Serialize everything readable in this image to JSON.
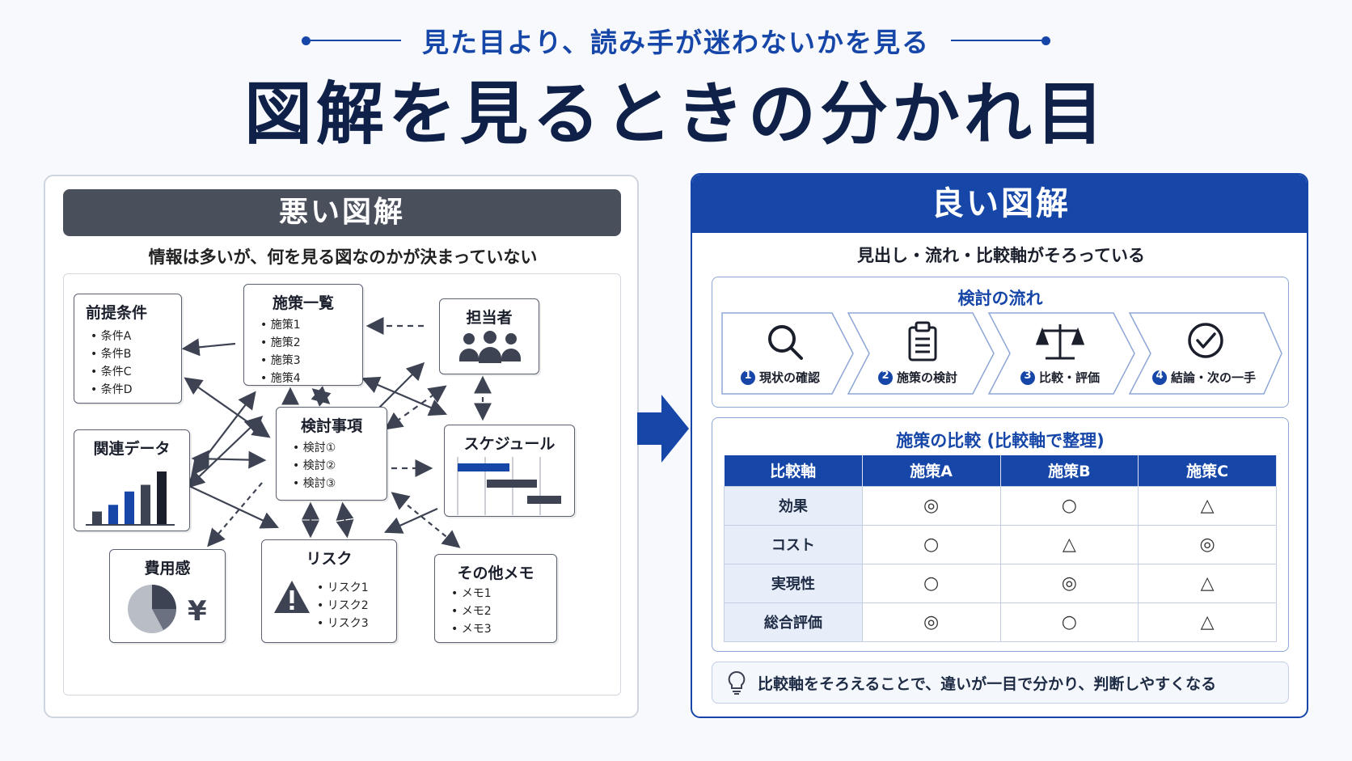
{
  "header": {
    "subtitle": "見た目より、読み手が迷わないかを見る",
    "title": "図解を見るときの分かれ目"
  },
  "bad": {
    "title": "悪い図解",
    "caption": "情報は多いが、何を見る図なのかが決まっていない",
    "boxes": {
      "premise": {
        "title": "前提条件",
        "items": [
          "条件A",
          "条件B",
          "条件C",
          "条件D"
        ]
      },
      "measures": {
        "title": "施策一覧",
        "items": [
          "施策1",
          "施策2",
          "施策3",
          "施策4"
        ]
      },
      "owner": {
        "title": "担当者"
      },
      "related": {
        "title": "関連データ",
        "bars": [
          2,
          3,
          5,
          6,
          8
        ]
      },
      "issues": {
        "title": "検討事項",
        "items": [
          "検討①",
          "検討②",
          "検討③"
        ]
      },
      "schedule": {
        "title": "スケジュール"
      },
      "cost": {
        "title": "費用感",
        "yen": "¥"
      },
      "risk": {
        "title": "リスク",
        "items": [
          "リスク1",
          "リスク2",
          "リスク3"
        ]
      },
      "memo": {
        "title": "その他メモ",
        "items": [
          "メモ1",
          "メモ2",
          "メモ3"
        ]
      }
    }
  },
  "good": {
    "title": "良い図解",
    "caption": "見出し・流れ・比較軸がそろっている",
    "flow": {
      "title": "検討の流れ",
      "steps": [
        {
          "num": "1",
          "label": "現状の確認",
          "icon": "magnifier-icon"
        },
        {
          "num": "2",
          "label": "施策の検討",
          "icon": "clipboard-icon"
        },
        {
          "num": "3",
          "label": "比較・評価",
          "icon": "scale-icon"
        },
        {
          "num": "4",
          "label": "結論・次の一手",
          "icon": "check-circle-icon"
        }
      ]
    },
    "compare": {
      "title": "施策の比較 (比較軸で整理)",
      "headers": [
        "比較軸",
        "施策A",
        "施策B",
        "施策C"
      ],
      "rows": [
        {
          "axis": "効果",
          "values": [
            "◎",
            "○",
            "△"
          ]
        },
        {
          "axis": "コスト",
          "values": [
            "○",
            "△",
            "◎"
          ]
        },
        {
          "axis": "実現性",
          "values": [
            "○",
            "◎",
            "△"
          ]
        },
        {
          "axis": "総合評価",
          "values": [
            "◎",
            "○",
            "△"
          ]
        }
      ]
    },
    "tip": "比較軸をそろえることで、違いが一目で分かり、判断しやすくなる"
  },
  "colors": {
    "navy": "#0f2148",
    "blue": "#1546a8",
    "gray": "#4a4f5c"
  }
}
